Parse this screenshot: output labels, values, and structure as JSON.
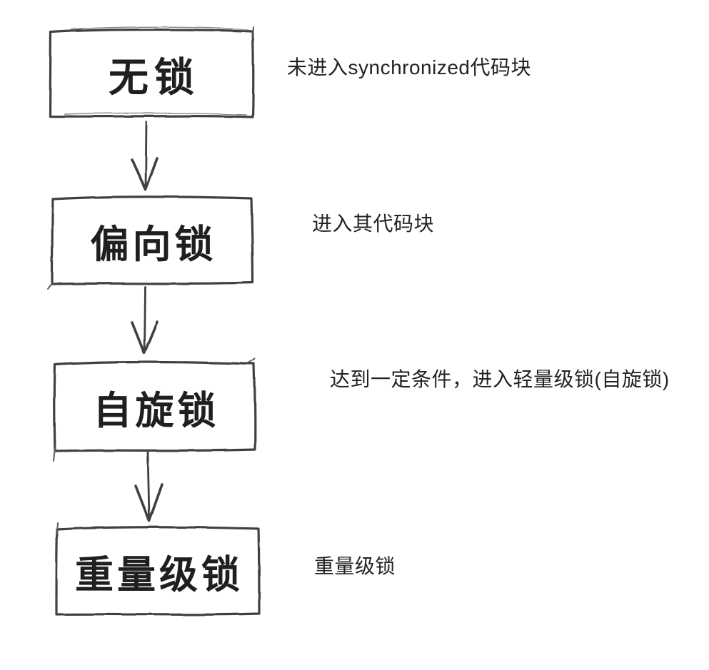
{
  "theme": {
    "background": "#ffffff",
    "ink": "#3f3f3f",
    "text": "#1f1f1f"
  },
  "diagram": {
    "type": "flowchart",
    "direction": "top-down",
    "style": "hand-drawn",
    "nodes": [
      {
        "id": "no-lock",
        "label": "无锁"
      },
      {
        "id": "biased-lock",
        "label": "偏向锁"
      },
      {
        "id": "spin-lock",
        "label": "自旋锁"
      },
      {
        "id": "heavyweight-lock",
        "label": "重量级锁"
      }
    ],
    "edges": [
      {
        "from": "no-lock",
        "to": "biased-lock"
      },
      {
        "from": "biased-lock",
        "to": "spin-lock"
      },
      {
        "from": "spin-lock",
        "to": "heavyweight-lock"
      }
    ],
    "annotations": [
      {
        "node": "no-lock",
        "text": "未进入synchronized代码块"
      },
      {
        "node": "biased-lock",
        "text": "进入其代码块"
      },
      {
        "node": "spin-lock",
        "text": "达到一定条件，进入轻量级锁(自旋锁)"
      },
      {
        "node": "heavyweight-lock",
        "text": "重量级锁"
      }
    ]
  }
}
